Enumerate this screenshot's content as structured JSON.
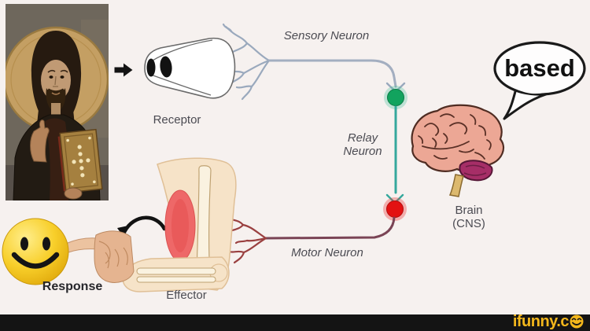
{
  "labels": {
    "sensory_neuron": "Sensory Neuron",
    "receptor": "Receptor",
    "relay_line1": "Relay",
    "relay_line2": "Neuron",
    "motor_neuron": "Motor Neuron",
    "brain_line1": "Brain",
    "brain_line2": "(CNS)",
    "effector": "Effector",
    "response": "Response"
  },
  "speech_bubble": {
    "text": "based"
  },
  "watermark": {
    "text": "ifunny.c"
  },
  "colors": {
    "background": "#f6f1ef",
    "sensory_line": "#a3aec0",
    "relay_line": "#35a89c",
    "motor_line": "#7a4455",
    "motor_dendrite": "#9a4040",
    "synapse_relay_dot": "#12a35e",
    "synapse_motor_dot": "#e31212",
    "brain_fill": "#eca795",
    "cerebellum_fill": "#a62e67",
    "smiley_yellow": "#f5c518",
    "ifunny_yellow": "#f3b71c",
    "bottom_bar": "#141414"
  }
}
